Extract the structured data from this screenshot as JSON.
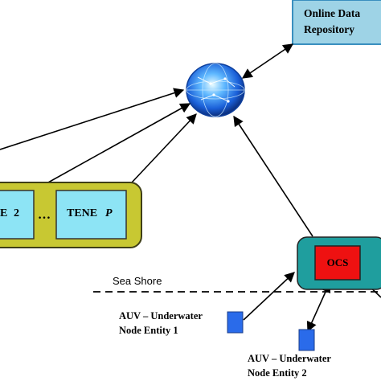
{
  "repository": {
    "line1": "Online Data",
    "line2": "Repository"
  },
  "tene_group": {
    "left_label": "E",
    "left_number": "2",
    "ellipsis": "…",
    "right_label": "TENE",
    "right_index": "P"
  },
  "ocs": {
    "label": "OCS"
  },
  "sea_shore": {
    "label": "Sea Shore"
  },
  "auv1": {
    "line1": "AUV – Underwater",
    "line2": "Node Entity 1"
  },
  "auv2": {
    "line1": "AUV – Underwater",
    "line2": "Node Entity 2"
  },
  "colors": {
    "repository_fill": "#9ed3e6",
    "repository_border": "#3a8fbf",
    "group_fill": "#c8c832",
    "group_border": "#3f3f17",
    "tene_fill": "#8de4f5",
    "ocs_outer_fill": "#1f9e9e",
    "ocs_inner_fill": "#ee1111",
    "auv_fill": "#2a6bea",
    "globe": "#1a5fd8"
  },
  "icons": {
    "internet": "globe-icon"
  }
}
